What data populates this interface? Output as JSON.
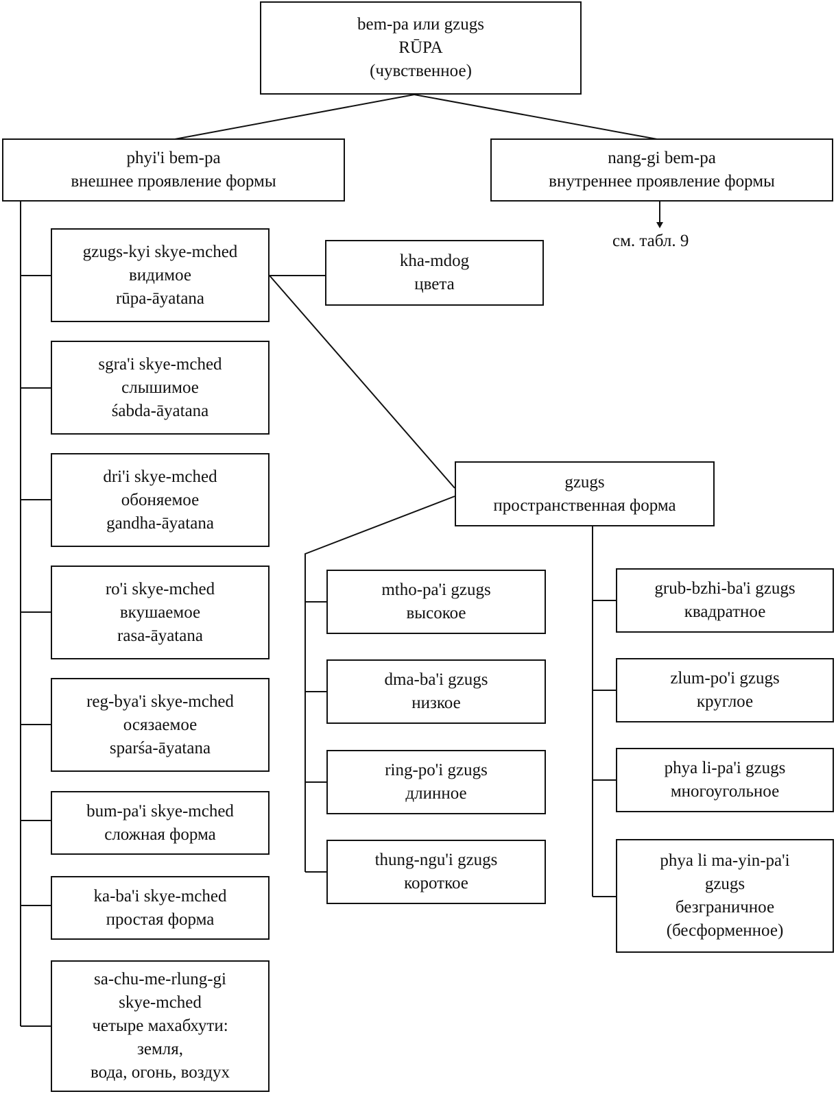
{
  "root": {
    "lines": [
      "bem-pa или gzugs",
      "RŪPA",
      "(чувственное)"
    ]
  },
  "outer": {
    "lines": [
      "phyi'i bem-pa",
      "внешнее проявление формы"
    ]
  },
  "inner": {
    "lines": [
      "nang-gi bem-pa",
      "внутреннее проявление формы"
    ]
  },
  "inner_ref": "см. табл. 9",
  "ayatana": [
    {
      "lines": [
        "gzugs-kyi skye-mched",
        "видимое",
        "rūpa-āyatana"
      ]
    },
    {
      "lines": [
        "sgra'i skye-mched",
        "слышимое",
        "śabda-āyatana"
      ]
    },
    {
      "lines": [
        "dri'i skye-mched",
        "обоняемое",
        "gandha-āyatana"
      ]
    },
    {
      "lines": [
        "ro'i skye-mched",
        "вкушаемое",
        "rasa-āyatana"
      ]
    },
    {
      "lines": [
        "reg-bya'i skye-mched",
        "осязаемое",
        "sparśa-āyatana"
      ]
    },
    {
      "lines": [
        "bum-pa'i skye-mched",
        "сложная форма"
      ]
    },
    {
      "lines": [
        "ka-ba'i skye-mched",
        "простая форма"
      ]
    },
    {
      "lines": [
        "sa-chu-me-rlung-gi",
        "skye-mched",
        "четыре махабхути:",
        "земля,",
        "вода, огонь, воздух"
      ]
    }
  ],
  "color": {
    "lines": [
      "kha-mdog",
      "цвета"
    ]
  },
  "shape": {
    "lines": [
      "gzugs",
      "пространственная форма"
    ]
  },
  "dimensions": [
    {
      "lines": [
        "mtho-pa'i gzugs",
        "высокое"
      ]
    },
    {
      "lines": [
        "dma-ba'i gzugs",
        "низкое"
      ]
    },
    {
      "lines": [
        "ring-po'i gzugs",
        "длинное"
      ]
    },
    {
      "lines": [
        "thung-ngu'i gzugs",
        "короткое"
      ]
    }
  ],
  "forms": [
    {
      "lines": [
        "grub-bzhi-ba'i gzugs",
        "квадратное"
      ]
    },
    {
      "lines": [
        "zlum-po'i gzugs",
        "круглое"
      ]
    },
    {
      "lines": [
        "phya li-pa'i gzugs",
        "многоугольное"
      ]
    },
    {
      "lines": [
        "phya li ma-yin-pa'i",
        "gzugs",
        "безграничное",
        "(бесформенное)"
      ]
    }
  ],
  "colors": {
    "line": "#111111",
    "background": "#ffffff"
  }
}
